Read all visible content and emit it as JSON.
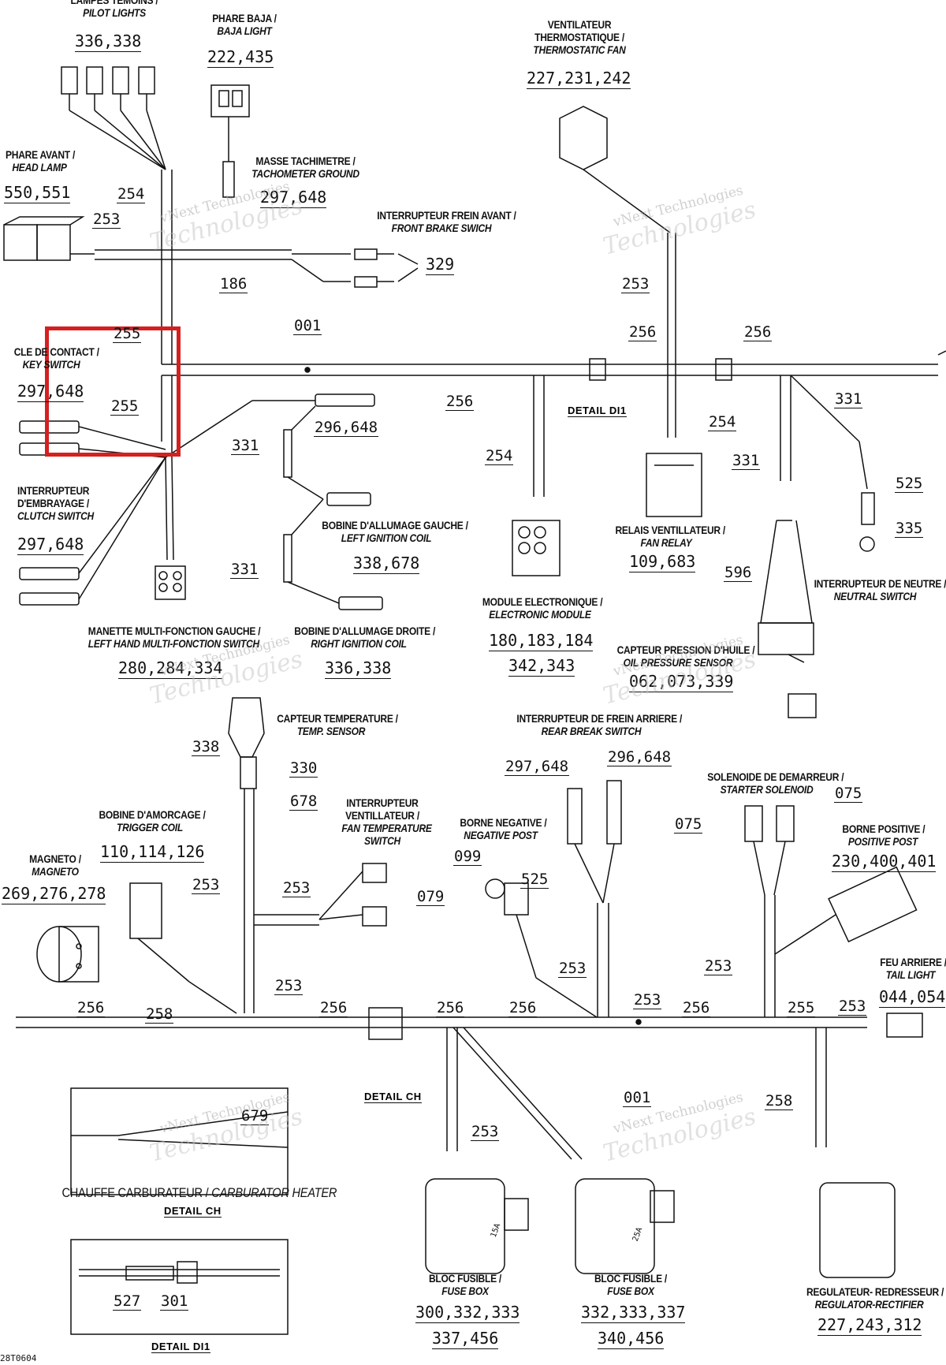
{
  "components": {
    "pilot_lights": {
      "fr": "LAMPES TEMOINS /",
      "en": "PILOT LIGHTS",
      "num": "336,338"
    },
    "baja_light": {
      "fr": "PHARE BAJA /",
      "en": "BAJA LIGHT",
      "num": "222,435"
    },
    "thermostatic_fan": {
      "fr": "VENTILATEUR THERMOSTATIQUE /",
      "en": "THERMOSTATIC FAN",
      "num": "227,231,242"
    },
    "head_lamp": {
      "fr": "PHARE AVANT /",
      "en": "HEAD LAMP",
      "num": "550,551"
    },
    "tachometer_ground": {
      "fr": "MASSE TACHIMETRE /",
      "en": "TACHOMETER GROUND",
      "num": "297,648"
    },
    "front_brake_switch": {
      "fr": "INTERRUPTEUR FREIN AVANT /",
      "en": "FRONT BRAKE SWICH",
      "num": "329"
    },
    "key_switch": {
      "fr": "CLE DE CONTACT /",
      "en": "KEY SWITCH",
      "num": "297,648"
    },
    "clutch_switch": {
      "fr": "INTERRUPTEUR D'EMBRAYAGE /",
      "en": "CLUTCH SWITCH",
      "num": "297,648"
    },
    "left_ignition_coil": {
      "fr": "BOBINE D'ALLUMAGE GAUCHE /",
      "en": "LEFT IGNITION COIL",
      "num": "338,678"
    },
    "right_ignition_coil": {
      "fr": "BOBINE D'ALLUMAGE DROITE /",
      "en": "RIGHT IGNITION COIL",
      "num": "336,338"
    },
    "left_hand_switch": {
      "fr": "MANETTE MULTI-FONCTION GAUCHE /",
      "en": "LEFT HAND MULTI-FONCTION SWITCH",
      "num": "280,284,334"
    },
    "electronic_module": {
      "fr": "MODULE ELECTRONIQUE /",
      "en": "ELECTRONIC MODULE",
      "num": "180,183,184",
      "num2": "342,343"
    },
    "fan_relay": {
      "fr": "RELAIS VENTILLATEUR /",
      "en": "FAN RELAY",
      "num": "109,683"
    },
    "neutral_switch": {
      "fr": "INTERRUPTEUR DE NEUTRE /",
      "en": "NEUTRAL SWITCH"
    },
    "oil_pressure_sensor": {
      "fr": "CAPTEUR PRESSION D'HUILE /",
      "en": "OIL PRESSURE SENSOR",
      "num": "062,073,339"
    },
    "temp_sensor": {
      "fr": "CAPTEUR TEMPERATURE /",
      "en": "TEMP. SENSOR"
    },
    "rear_brake_switch": {
      "fr": "INTERRUPTEUR DE FREIN ARRIERE /",
      "en": "REAR BREAK SWITCH"
    },
    "trigger_coil": {
      "fr": "BOBINE D'AMORCAGE /",
      "en": "TRIGGER COIL",
      "num": "110,114,126"
    },
    "fan_temp_switch": {
      "fr": "INTERRUPTEUR VENTILLATEUR /",
      "en": "FAN TEMPERATURE SWITCH"
    },
    "negative_post": {
      "fr": "BORNE NEGATIVE /",
      "en": "NEGATIVE POST"
    },
    "starter_solenoid": {
      "fr": "SOLENOIDE DE DEMARREUR /",
      "en": "STARTER SOLENOID"
    },
    "positive_post": {
      "fr": "BORNE POSITIVE /",
      "en": "POSITIVE POST",
      "num": "230,400,401"
    },
    "magneto": {
      "fr": "MAGNETO /",
      "en": "MAGNETO",
      "num": "269,276,278"
    },
    "tail_light": {
      "fr": "FEU ARRIERE /",
      "en": "TAIL LIGHT",
      "num": "044,054"
    },
    "fuse_box_1": {
      "fr": "BLOC FUSIBLE /",
      "en": "FUSE BOX",
      "num": "300,332,333",
      "num2": "337,456"
    },
    "fuse_box_2": {
      "fr": "BLOC FUSIBLE /",
      "en": "FUSE BOX",
      "num": "332,333,337",
      "num2": "340,456"
    },
    "regulator": {
      "fr": "REGULATEUR- REDRESSEUR /",
      "en": "REGULATOR-RECTIFIER",
      "num": "227,243,312"
    },
    "carb_heater": {
      "fr": "CHAUFFE CARBURATEUR / ",
      "en": "CARBURATOR HEATER"
    }
  },
  "wire_numbers": [
    "254",
    "253",
    "186",
    "255",
    "255",
    "001",
    "256",
    "256",
    "256",
    "253",
    "254",
    "254",
    "331",
    "331",
    "525",
    "335",
    "596",
    "331",
    "331",
    "296,648",
    "329",
    "338",
    "330",
    "678",
    "297,648",
    "296,648",
    "075",
    "075",
    "099",
    "525",
    "253",
    "253",
    "079",
    "253",
    "253",
    "253",
    "253",
    "256",
    "258",
    "256",
    "256",
    "256",
    "256",
    "255",
    "253",
    "001",
    "258",
    "253",
    "679",
    "527",
    "301"
  ],
  "details": {
    "di1": "DETAIL DI1",
    "ch": "DETAIL CH",
    "ch_caption": "DETAIL CH",
    "di1_caption": "DETAIL DI1"
  },
  "watermark": {
    "line1": "vNext Technologies",
    "line2": "Technologies"
  },
  "corner_code": "28T0604",
  "fuse_ratings": {
    "f1": "15A",
    "f2": "25A"
  },
  "highlight_color": "#d42020"
}
